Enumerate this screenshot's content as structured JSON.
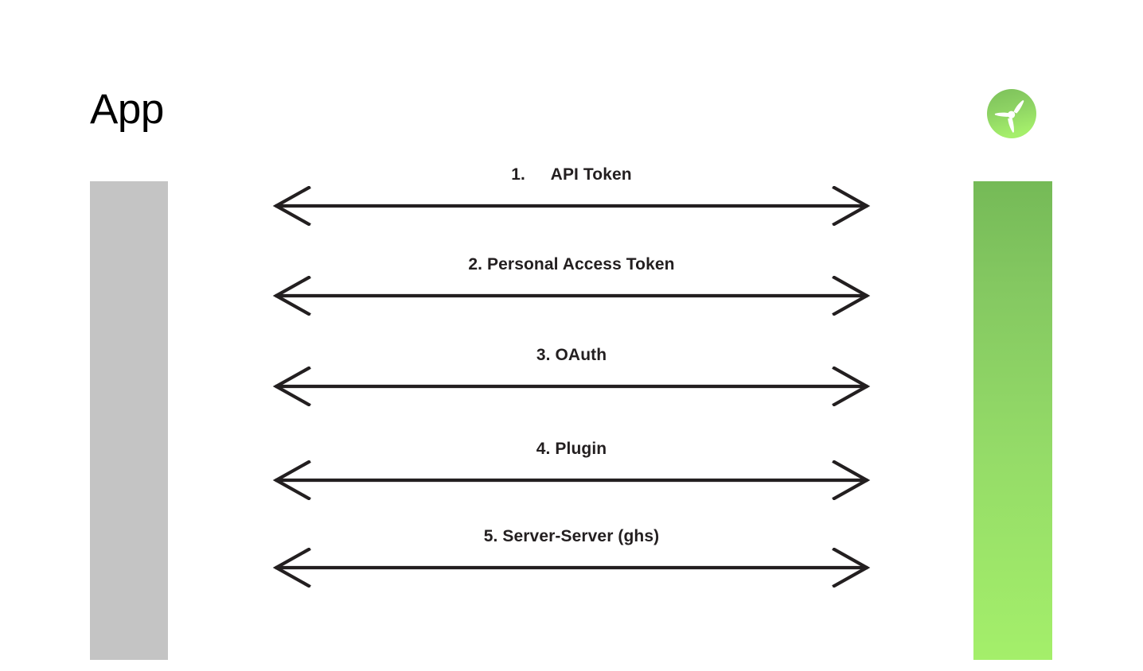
{
  "diagram": {
    "type": "sequence-diagram",
    "background_color": "#ffffff",
    "actors": [
      {
        "id": "app",
        "label": "App",
        "side": "left",
        "lifeline_color": "#c4c4c4"
      },
      {
        "id": "service",
        "label": "",
        "side": "right",
        "icon": "propeller-logo-icon",
        "lifeline_gradient_top": "#75ba57",
        "lifeline_gradient_bottom": "#a4ef6a",
        "logo_circle_top_color": "#83c75f",
        "logo_circle_bottom_color": "#a2ed69",
        "logo_blade_color": "#ffffff"
      }
    ],
    "messages": [
      {
        "number": "1.",
        "text": "API Token",
        "label": "1.  API Token",
        "direction": "bidirectional"
      },
      {
        "number": "2.",
        "text": "Personal Access Token",
        "label": "2. Personal Access Token",
        "direction": "bidirectional"
      },
      {
        "number": "3.",
        "text": "OAuth",
        "label": "3. OAuth",
        "direction": "bidirectional"
      },
      {
        "number": "4.",
        "text": "Plugin",
        "label": "4. Plugin",
        "direction": "bidirectional"
      },
      {
        "number": "5.",
        "text": "Server-Server (ghs)",
        "label": "5. Server-Server (ghs)",
        "direction": "bidirectional"
      }
    ],
    "arrow_color": "#231f20",
    "text_color": "#231f20"
  }
}
